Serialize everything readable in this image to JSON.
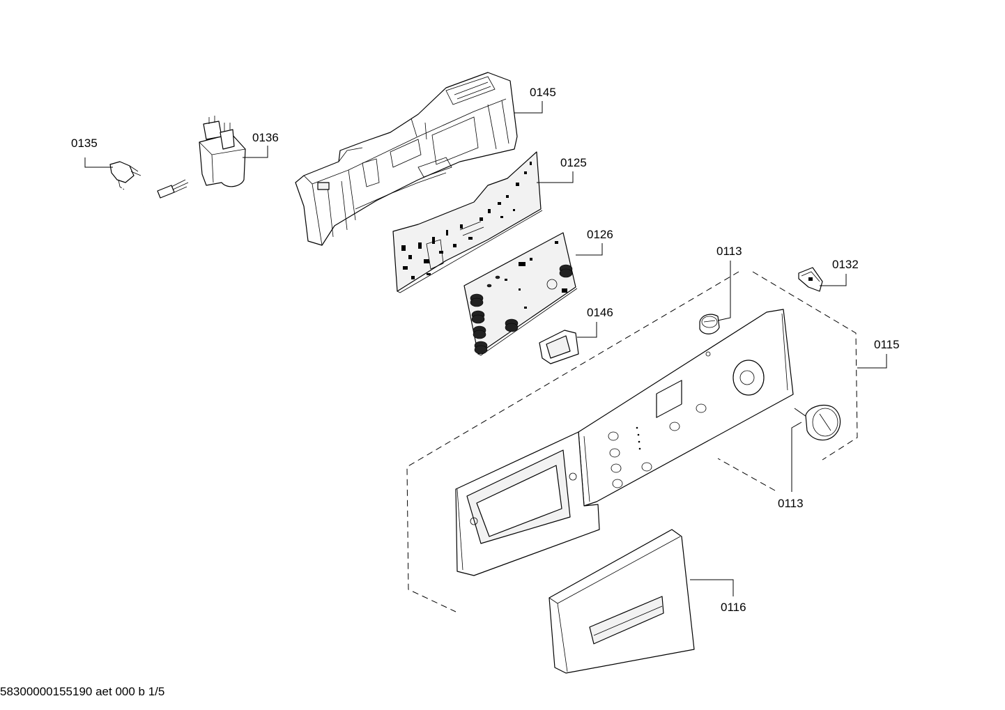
{
  "parts": [
    {
      "id": "power-cord",
      "label": "0135"
    },
    {
      "id": "filter-capacitor",
      "label": "0136"
    },
    {
      "id": "module-housing",
      "label": "0145"
    },
    {
      "id": "power-board",
      "label": "0125"
    },
    {
      "id": "control-board",
      "label": "0126"
    },
    {
      "id": "display-lens",
      "label": "0146"
    },
    {
      "id": "knob-top",
      "label": "0113"
    },
    {
      "id": "clip",
      "label": "0132"
    },
    {
      "id": "control-panel",
      "label": "0115"
    },
    {
      "id": "knob-bottom",
      "label": "0113"
    },
    {
      "id": "dispenser-handle",
      "label": "0116"
    }
  ],
  "footer": {
    "reference": "58300000155190 aet 000 b 1/5"
  }
}
